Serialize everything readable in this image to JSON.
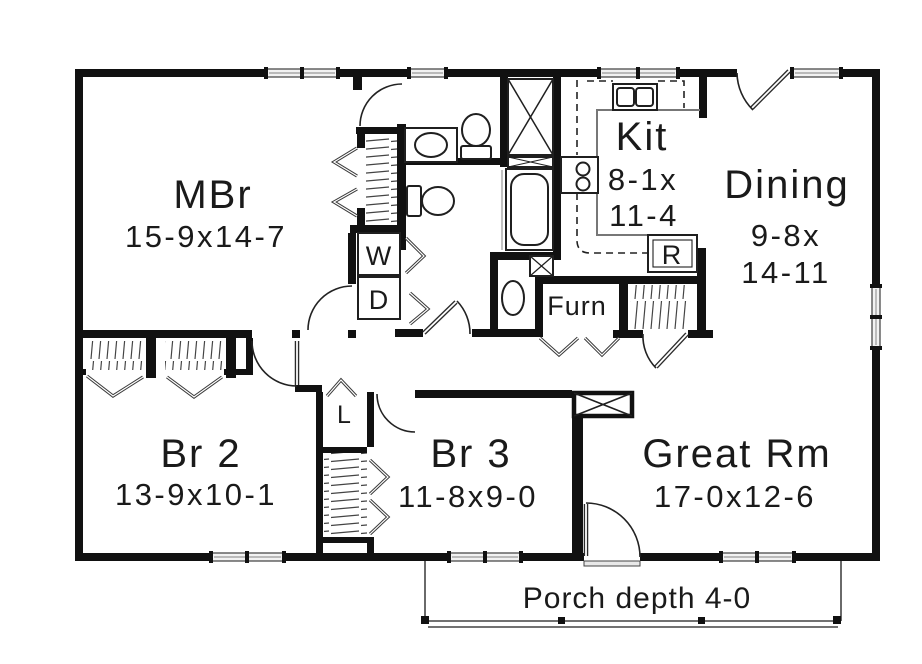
{
  "rooms": [
    {
      "id": "mbr",
      "name": "MBr",
      "dims": [
        "15-9x14-7"
      ]
    },
    {
      "id": "kitchen",
      "name": "Kit",
      "dims": [
        "8-1x",
        "11-4"
      ]
    },
    {
      "id": "dining",
      "name": "Dining",
      "dims": [
        "9-8x",
        "14-11"
      ]
    },
    {
      "id": "br2",
      "name": "Br 2",
      "dims": [
        "13-9x10-1"
      ]
    },
    {
      "id": "br3",
      "name": "Br 3",
      "dims": [
        "11-8x9-0"
      ]
    },
    {
      "id": "great-room",
      "name": "Great Rm",
      "dims": [
        "17-0x12-6"
      ]
    }
  ],
  "appliance_labels": {
    "washer": "W",
    "dryer": "D",
    "refrigerator": "R",
    "furnace": "Furn",
    "linen": "L"
  },
  "porch": {
    "note": "Porch depth 4-0"
  },
  "colors": {
    "wall": "#111111",
    "background": "#ffffff",
    "window_frame": "#555555",
    "annotation": "#1a1a1a"
  }
}
